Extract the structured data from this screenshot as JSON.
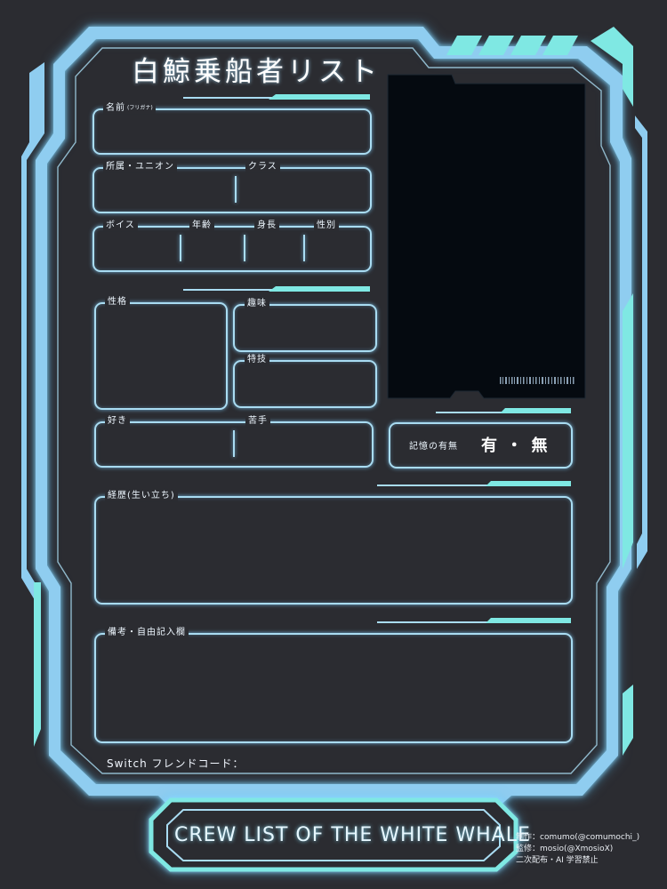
{
  "sheet": {
    "title": "白鯨乗船者リスト",
    "banner": "CREW LIST OF THE WHITE WHALE"
  },
  "fields": {
    "name": "名前",
    "name_ruby": "(フリガナ)",
    "affiliation": "所属・ユニオン",
    "class": "クラス",
    "voice": "ボイス",
    "age": "年齢",
    "height": "身長",
    "gender": "性別",
    "personality": "性格",
    "hobby": "趣味",
    "skill": "特技",
    "likes": "好き",
    "dislikes": "苦手",
    "memory": "記憶の有無",
    "memory_options": "有 ・ 無",
    "history": "経歴(生い立ち)",
    "notes": "備考・自由記入欄",
    "switch_code": "Switch フレンドコード："
  },
  "credits": {
    "line1": "制作：comumo(@comumochi_)",
    "line2": "監修：mosio(@XmosioX)",
    "line3": "二次配布・AI 学習禁止"
  },
  "colors": {
    "background": "#2b2c31",
    "frame_light": "#8fcdf0",
    "accent_cyan": "#7fe8e3",
    "line_glow": "#a9dcf2",
    "photo_panel": "#050a10"
  },
  "icons": [
    "barcode-icon"
  ]
}
